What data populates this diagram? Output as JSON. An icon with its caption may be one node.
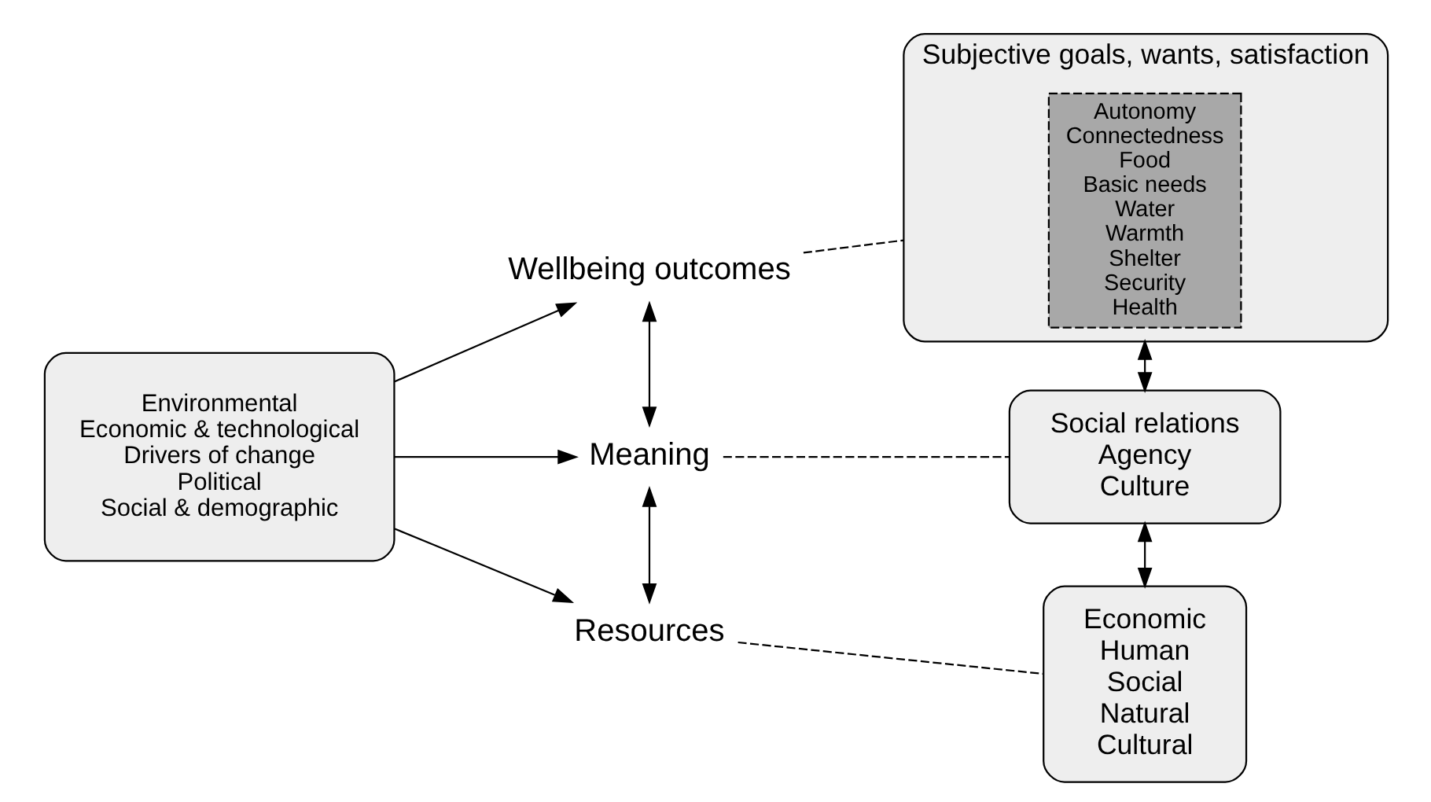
{
  "diagram": {
    "nodes": [
      {
        "text": [
          "Environmental",
          "Economic & technological",
          "Drivers of change",
          "Political",
          "Social & demographic"
        ]
      },
      {
        "text": [
          "Wellbeing outcomes"
        ]
      },
      {
        "text": [
          "Meaning"
        ]
      },
      {
        "text": [
          "Resources"
        ]
      },
      {
        "text": [
          "Subjective goals, wants, satisfaction"
        ]
      },
      {
        "text": [
          "Autonomy",
          "Connectedness",
          "Food",
          "Basic needs",
          "Water",
          "Warmth",
          "Shelter",
          "Security",
          "Health"
        ],
        "in": 4
      },
      {
        "text": [
          "Social relations",
          "Agency",
          "Culture"
        ]
      },
      {
        "text": [
          "Economic",
          "Human",
          "Social",
          "Natural",
          "Cultural"
        ]
      }
    ],
    "edges": [
      {
        "from": 0,
        "to": 1,
        "arrow": "to"
      },
      {
        "from": 0,
        "to": 2,
        "arrow": "to"
      },
      {
        "from": 0,
        "to": 3,
        "arrow": "to"
      },
      {
        "from": 1,
        "to": 2,
        "arrow": "both"
      },
      {
        "from": 2,
        "to": 3,
        "arrow": "both"
      },
      {
        "from": 1,
        "to": 4,
        "arrow": "none",
        "style": "dashed"
      },
      {
        "from": 2,
        "to": 6,
        "arrow": "none",
        "style": "dashed"
      },
      {
        "from": 3,
        "to": 7,
        "arrow": "none",
        "style": "dashed"
      },
      {
        "from": 4,
        "to": 6,
        "arrow": "both"
      },
      {
        "from": 6,
        "to": 7,
        "arrow": "both"
      }
    ]
  }
}
